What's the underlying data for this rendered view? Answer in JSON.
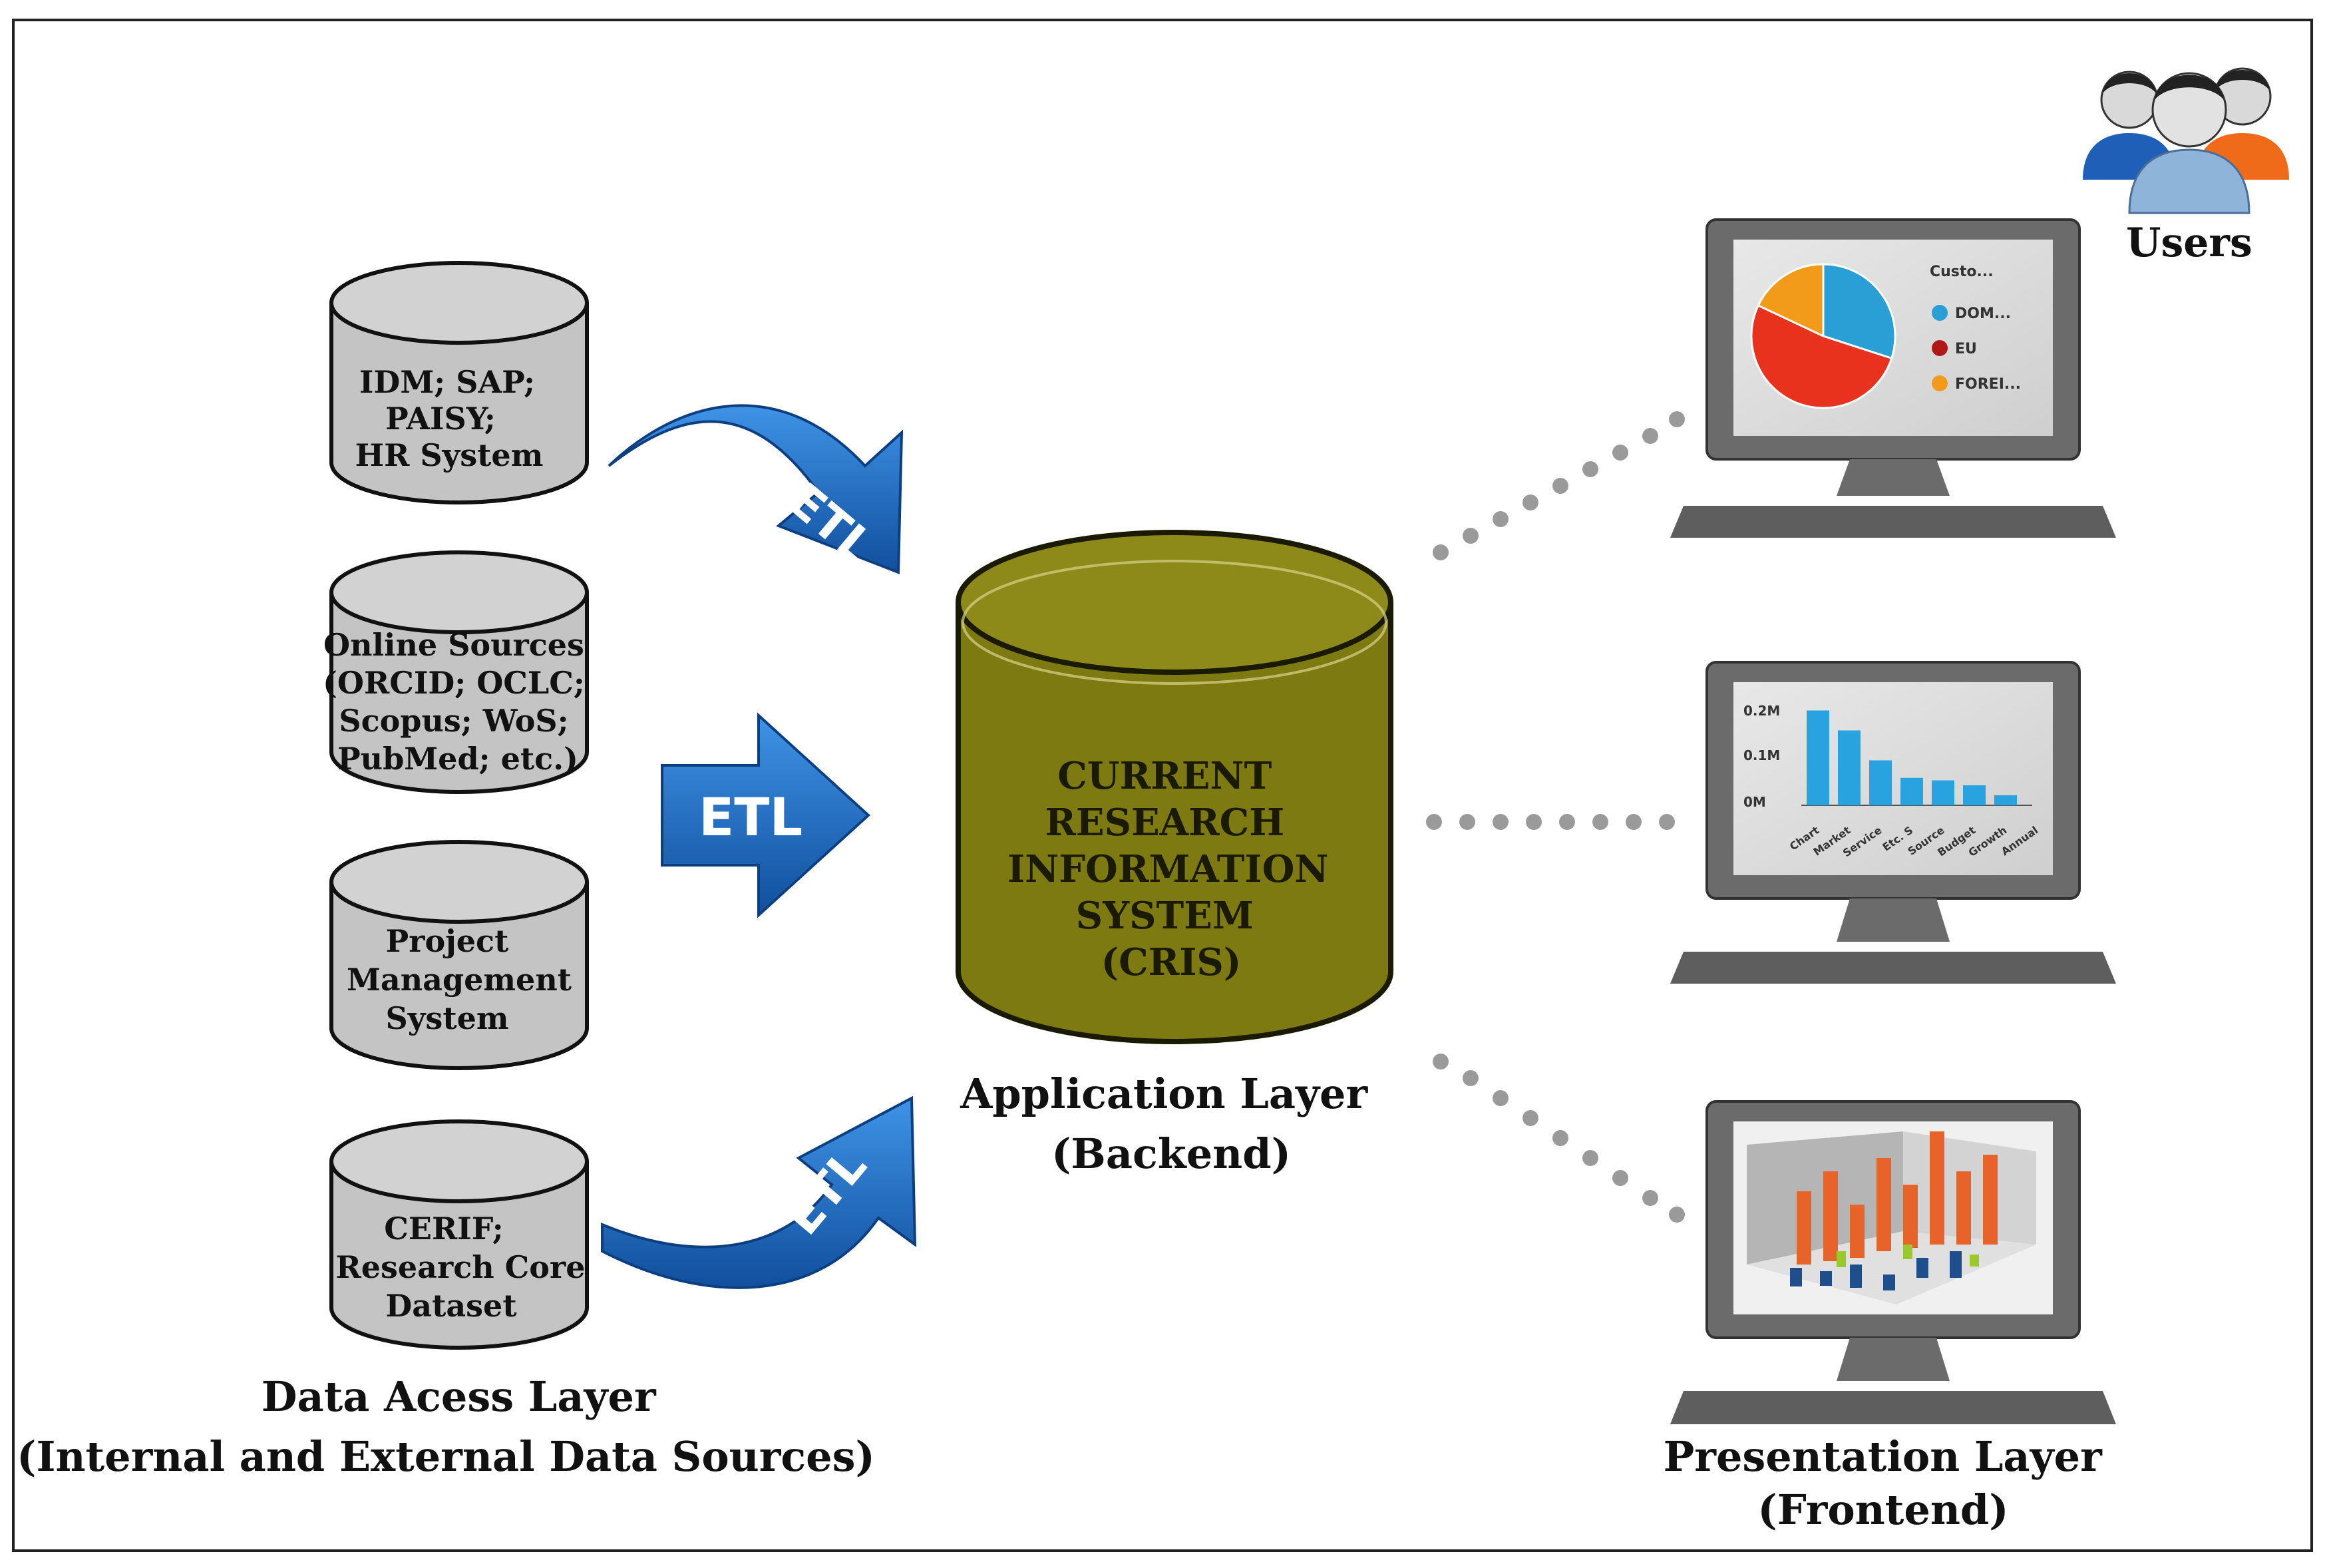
{
  "sources": [
    {
      "id": "hr",
      "lines": [
        "IDM; SAP;",
        "PAISY;",
        "HR System"
      ]
    },
    {
      "id": "online",
      "lines": [
        "Online Sources",
        "(ORCID; OCLC;",
        "Scopus; WoS;",
        "PubMed; etc.)"
      ]
    },
    {
      "id": "project",
      "lines": [
        "Project",
        "Management",
        "System"
      ]
    },
    {
      "id": "cerif",
      "lines": [
        "CERIF;",
        "Research Core",
        "Dataset"
      ]
    }
  ],
  "etl": [
    "ETL",
    "ETL",
    "ETL"
  ],
  "cris": {
    "lines": [
      "CURRENT",
      "RESEARCH",
      "INFORMATION",
      "SYSTEM",
      "(CRIS)"
    ]
  },
  "layers": {
    "data_access": [
      "Data Acess Layer",
      "(Internal and External Data Sources)"
    ],
    "application": [
      "Application Layer",
      "(Backend)"
    ],
    "presentation": [
      "Presentation Layer",
      "(Frontend)"
    ]
  },
  "users_label": "Users",
  "monitor1": {
    "legend_title": "Custo...",
    "legend": [
      {
        "label": "DOM...",
        "color": "#2a9fd6"
      },
      {
        "label": "EU",
        "color": "#b01818"
      },
      {
        "label": "FOREI...",
        "color": "#f29b1b"
      }
    ],
    "pie": [
      {
        "value": 30,
        "color": "#2a9fd6"
      },
      {
        "value": 52,
        "color": "#e8321e"
      },
      {
        "value": 18,
        "color": "#f29b1b"
      }
    ]
  },
  "monitor2": {
    "yticks": [
      "0.2M",
      "0.1M",
      "0M"
    ],
    "values": [
      0.19,
      0.15,
      0.09,
      0.055,
      0.05,
      0.04,
      0.02
    ],
    "xlabels": [
      "Chart",
      "Market",
      "Service",
      "Etc. S",
      "Source",
      "Budget",
      "Growth",
      "Annual"
    ]
  },
  "colors": {
    "db_fill": "#c4c4c4",
    "cris_fill": "#7d7a12",
    "etl_blue": "#1c6fc7",
    "monitor": "#6b6b6b",
    "dots": "#9a9a9a"
  }
}
